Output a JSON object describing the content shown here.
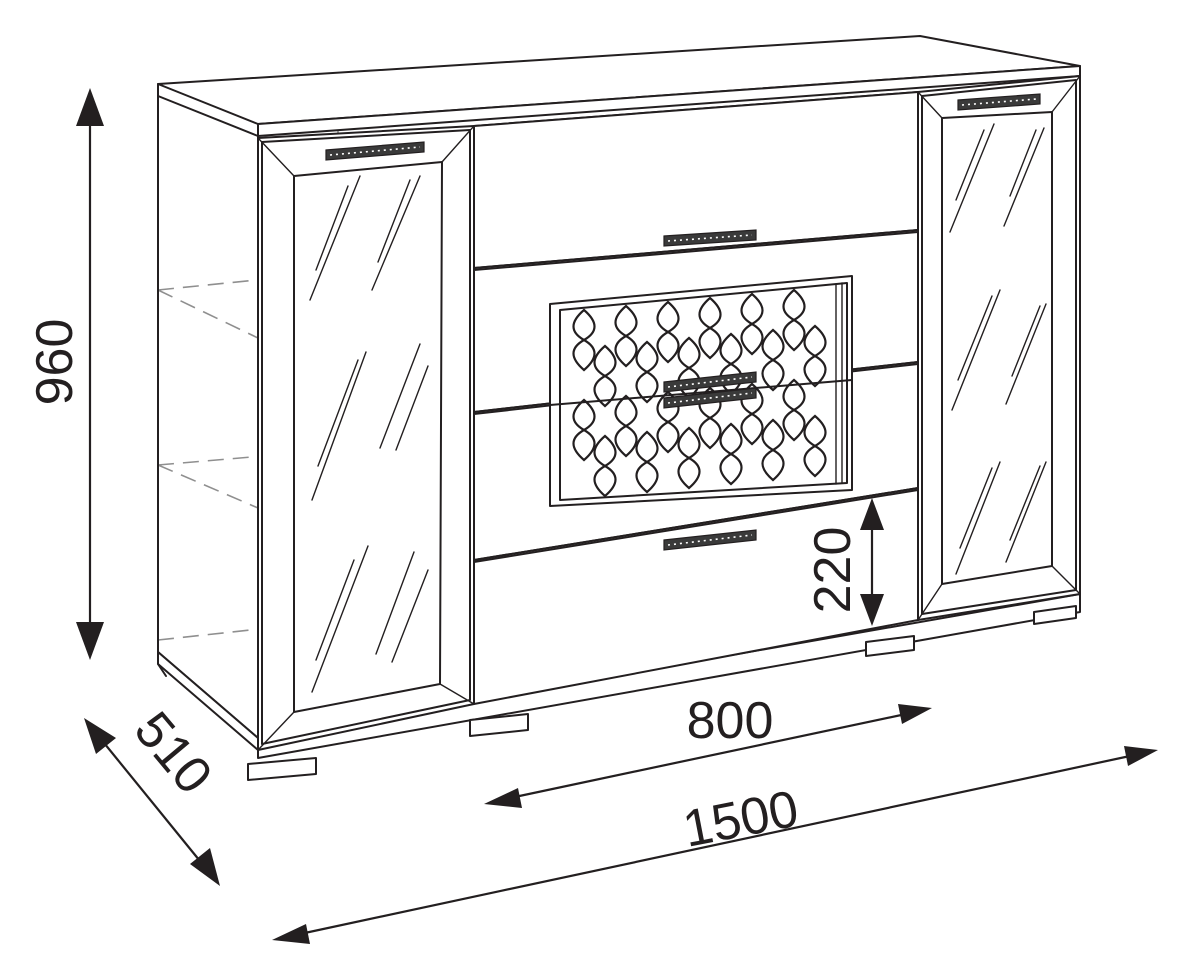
{
  "dimensions": {
    "height": "960",
    "depth": "510",
    "width": "1500",
    "inner_width": "800",
    "plinth_height": "220"
  },
  "colors": {
    "line": "#231f20",
    "hidden_line": "#8f8f8f",
    "background": "#ffffff"
  },
  "icons": {
    "handle": "bar-handle-icon",
    "glass": "glass-reflection-icon",
    "ornament": "lattice-ornament-icon"
  }
}
